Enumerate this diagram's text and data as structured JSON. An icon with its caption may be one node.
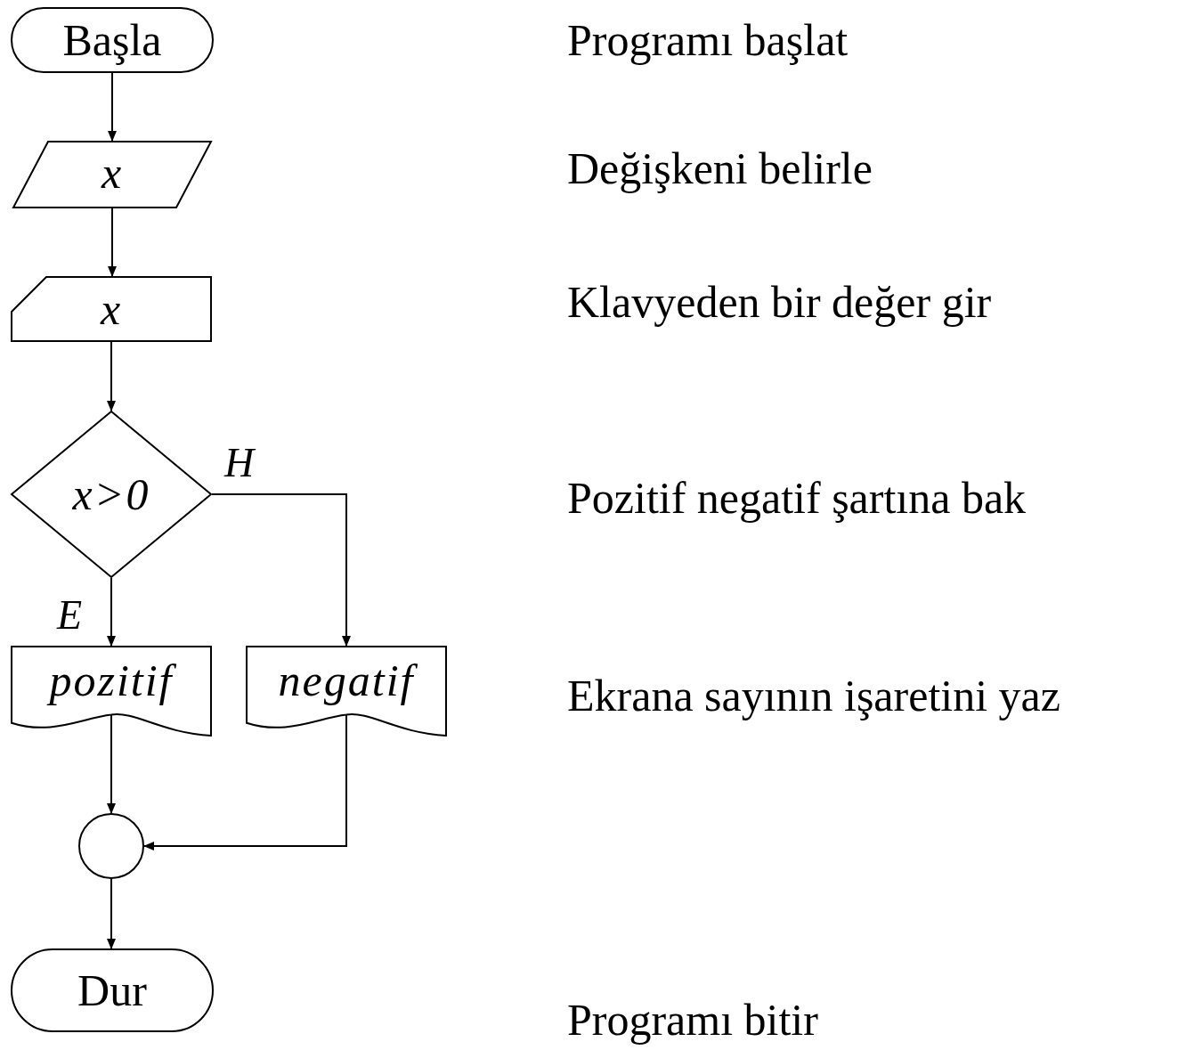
{
  "diagram": {
    "nodes": [
      {
        "text": [
          "Başla"
        ]
      },
      {
        "text": [
          "x"
        ]
      },
      {
        "text": [
          "x"
        ]
      },
      {
        "text": [
          "x>0"
        ]
      },
      {
        "text": [
          "pozitif"
        ]
      },
      {
        "text": [
          "negatif"
        ]
      },
      {
        "text": [],
        "shape": "circle"
      },
      {
        "text": [
          "Dur"
        ]
      }
    ],
    "edges": [
      {
        "from": 0,
        "to": 1,
        "arrow": "to"
      },
      {
        "from": 1,
        "to": 2,
        "arrow": "to"
      },
      {
        "from": 2,
        "to": 3,
        "arrow": "to"
      },
      {
        "from": 3,
        "to": 4,
        "arrow": "to",
        "label": "E"
      },
      {
        "from": 3,
        "to": 5,
        "arrow": "to",
        "label": "H"
      },
      {
        "from": 4,
        "to": 6,
        "arrow": "to"
      },
      {
        "from": 5,
        "to": 6,
        "arrow": "to"
      },
      {
        "from": 6,
        "to": 7,
        "arrow": "to"
      }
    ],
    "labels": [
      "Programı başlat",
      "Değişkeni belirle",
      "Klavyeden bir değer gir",
      "Pozitif negatif şartına bak",
      "Ekrana sayının işaretini yaz",
      "Programı bitir"
    ]
  }
}
